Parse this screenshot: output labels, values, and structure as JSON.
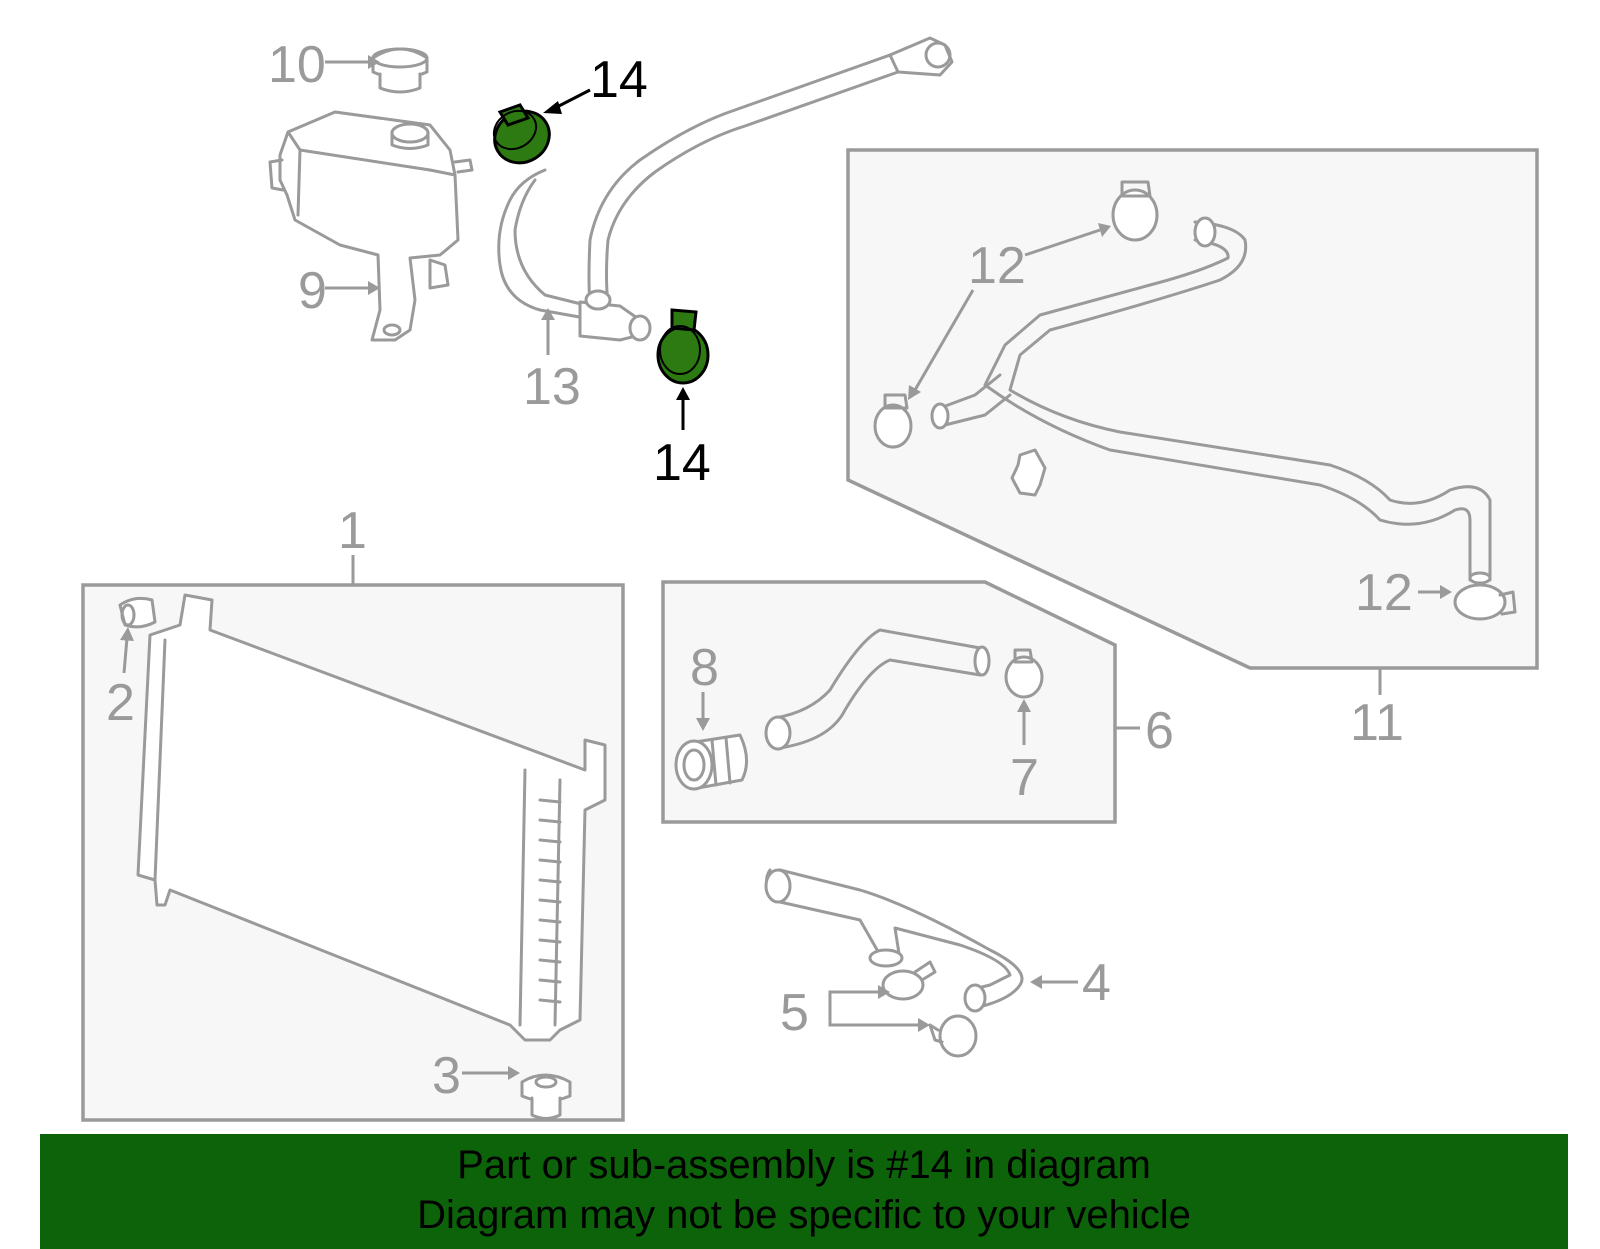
{
  "callouts": {
    "c1": "1",
    "c2": "2",
    "c3": "3",
    "c4": "4",
    "c5": "5",
    "c6": "6",
    "c7": "7",
    "c8": "8",
    "c9": "9",
    "c10": "10",
    "c11": "11",
    "c12a": "12",
    "c12b": "12",
    "c13": "13",
    "c14a": "14",
    "c14b": "14"
  },
  "highlighted_part": "14",
  "colors": {
    "highlight": "#2d7a12",
    "banner": "#0d6309",
    "line": "#9a9a9a"
  },
  "banner": {
    "line1": "Part or sub-assembly is #14 in diagram",
    "line2": "Diagram may not be specific to your vehicle"
  }
}
